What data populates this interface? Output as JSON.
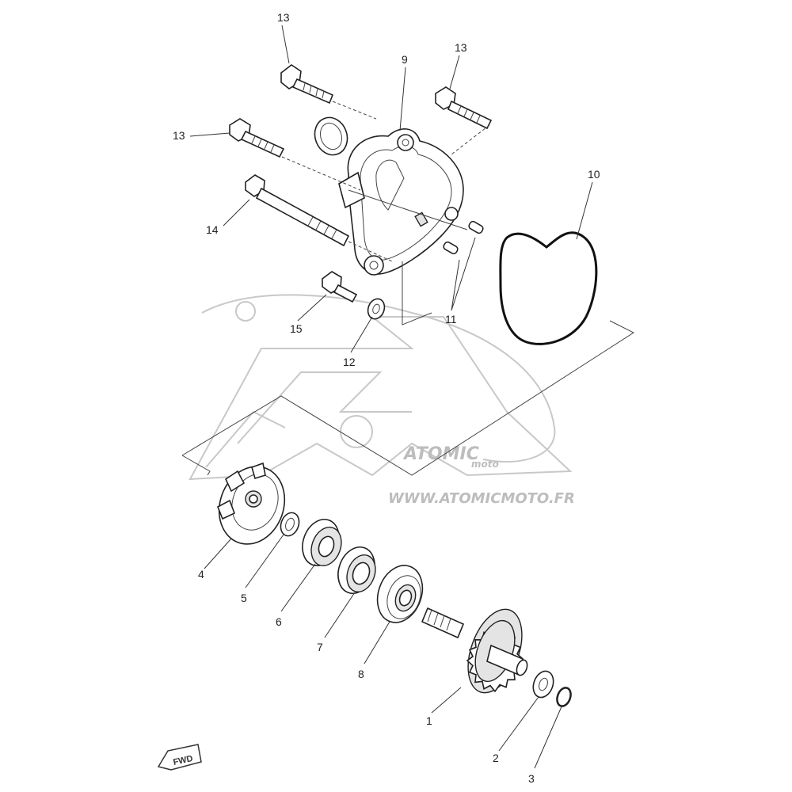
{
  "diagram": {
    "callouts": [
      {
        "id": "1",
        "label": "1"
      },
      {
        "id": "2",
        "label": "2"
      },
      {
        "id": "3",
        "label": "3"
      },
      {
        "id": "4",
        "label": "4"
      },
      {
        "id": "5",
        "label": "5"
      },
      {
        "id": "6",
        "label": "6"
      },
      {
        "id": "7",
        "label": "7"
      },
      {
        "id": "8",
        "label": "8"
      },
      {
        "id": "9",
        "label": "9"
      },
      {
        "id": "10",
        "label": "10"
      },
      {
        "id": "11",
        "label": "11"
      },
      {
        "id": "12",
        "label": "12"
      },
      {
        "id": "13a",
        "label": "13"
      },
      {
        "id": "13b",
        "label": "13"
      },
      {
        "id": "13c",
        "label": "13"
      },
      {
        "id": "14",
        "label": "14"
      },
      {
        "id": "15",
        "label": "15"
      }
    ],
    "direction_badge": "FWD",
    "watermark": {
      "brand": "ATOMIC",
      "sub": "moto",
      "url": "WWW.ATOMICMOTO.FR"
    }
  }
}
